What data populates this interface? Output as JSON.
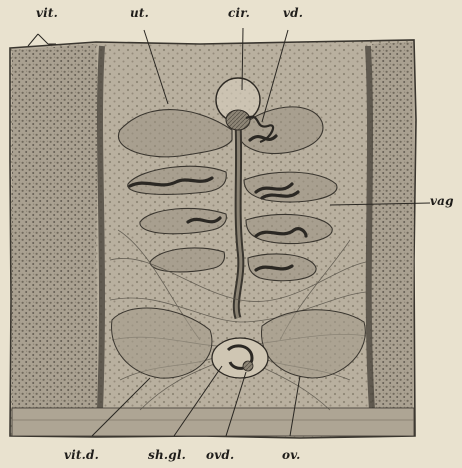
{
  "labels": {
    "vit": "vit.",
    "ut": "ut.",
    "cir": "cir.",
    "vd": "vd.",
    "vag": "vag",
    "vitd": "vit.d.",
    "shgl": "sh.gl.",
    "ovd": "ovd.",
    "ov": "ov."
  },
  "colors": {
    "paper": "#e9e2cf",
    "tissue": "#b6ad9c",
    "vitellaria": "#9c9383",
    "ink": "#2a2722"
  }
}
